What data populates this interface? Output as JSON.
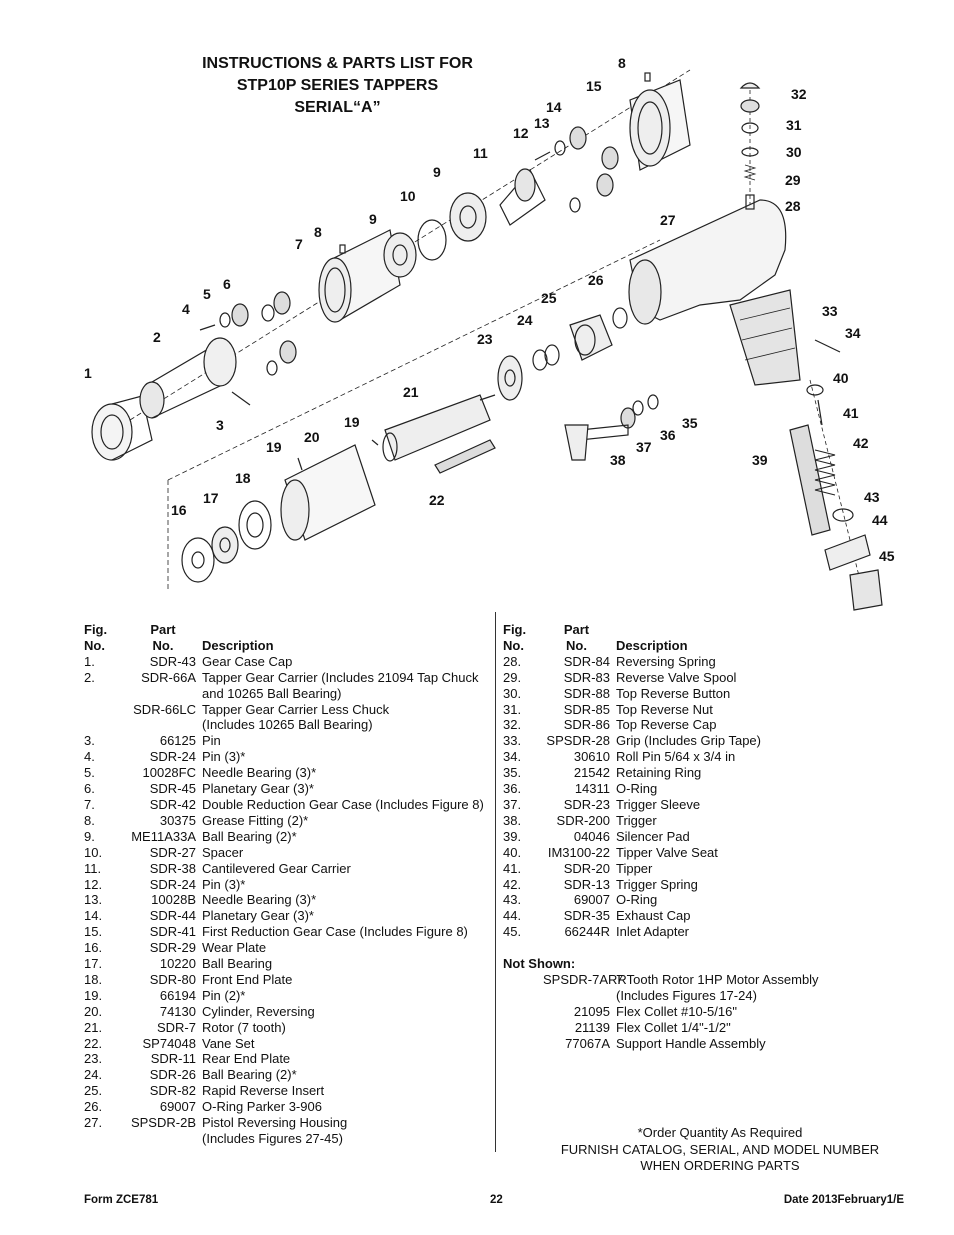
{
  "title_lines": [
    "INSTRUCTIONS & PARTS LIST FOR",
    "STP10P SERIES TAPPERS",
    "SERIAL“A”"
  ],
  "callouts": [
    "1",
    "2",
    "3",
    "4",
    "5",
    "6",
    "7",
    "8",
    "8",
    "9",
    "9",
    "10",
    "11",
    "12",
    "13",
    "14",
    "15",
    "16",
    "17",
    "18",
    "19",
    "19",
    "20",
    "21",
    "22",
    "23",
    "24",
    "25",
    "26",
    "27",
    "28",
    "29",
    "30",
    "31",
    "32",
    "33",
    "34",
    "35",
    "36",
    "37",
    "38",
    "39",
    "40",
    "41",
    "42",
    "43",
    "44",
    "45"
  ],
  "columns": {
    "fig_label_1": "Fig.",
    "fig_label_2": "No.",
    "part_label_1": "Part",
    "part_label_2": "No.",
    "desc_label": "Description"
  },
  "left_rows": [
    {
      "fig": "1.",
      "part": "SDR-43",
      "desc": "Gear Case Cap"
    },
    {
      "fig": "2.",
      "part": "SDR-66A",
      "desc": "Tapper Gear Carrier (Includes 21094 Tap Chuck"
    },
    {
      "fig": "",
      "part": "",
      "desc": "and 10265 Ball Bearing)"
    },
    {
      "fig": "",
      "part": "SDR-66LC",
      "desc": "Tapper Gear Carrier Less Chuck"
    },
    {
      "fig": "",
      "part": "",
      "desc": "(Includes 10265 Ball Bearing)"
    },
    {
      "fig": "3.",
      "part": "66125",
      "desc": "Pin"
    },
    {
      "fig": "4.",
      "part": "SDR-24",
      "desc": "Pin (3)*"
    },
    {
      "fig": "5.",
      "part": "10028FC",
      "desc": "Needle Bearing (3)*"
    },
    {
      "fig": "6.",
      "part": "SDR-45",
      "desc": "Planetary Gear (3)*"
    },
    {
      "fig": "7.",
      "part": "SDR-42",
      "desc": "Double Reduction Gear Case (Includes Figure 8)"
    },
    {
      "fig": "8.",
      "part": "30375",
      "desc": "Grease Fitting (2)*"
    },
    {
      "fig": "9.",
      "part": "ME11A33A",
      "desc": "Ball Bearing (2)*"
    },
    {
      "fig": "10.",
      "part": "SDR-27",
      "desc": "Spacer"
    },
    {
      "fig": "11.",
      "part": "SDR-38",
      "desc": "Cantilevered Gear Carrier"
    },
    {
      "fig": "12.",
      "part": "SDR-24",
      "desc": "Pin (3)*"
    },
    {
      "fig": "13.",
      "part": "10028B",
      "desc": "Needle Bearing (3)*"
    },
    {
      "fig": "14.",
      "part": "SDR-44",
      "desc": "Planetary Gear (3)*"
    },
    {
      "fig": "15.",
      "part": "SDR-41",
      "desc": "First Reduction Gear Case (Includes Figure 8)"
    },
    {
      "fig": "16.",
      "part": "SDR-29",
      "desc": "Wear Plate"
    },
    {
      "fig": "17.",
      "part": "10220",
      "desc": "Ball Bearing"
    },
    {
      "fig": "18.",
      "part": "SDR-80",
      "desc": "Front End Plate"
    },
    {
      "fig": "19.",
      "part": "66194",
      "desc": "Pin (2)*"
    },
    {
      "fig": "20.",
      "part": "74130",
      "desc": "Cylinder, Reversing"
    },
    {
      "fig": "21.",
      "part": "SDR-7",
      "desc": "Rotor (7 tooth)"
    },
    {
      "fig": "22.",
      "part": "SP74048",
      "desc": "Vane Set"
    },
    {
      "fig": "23.",
      "part": "SDR-11",
      "desc": "Rear End Plate"
    },
    {
      "fig": "24.",
      "part": "SDR-26",
      "desc": "Ball Bearing (2)*"
    },
    {
      "fig": "25.",
      "part": "SDR-82",
      "desc": "Rapid Reverse Insert"
    },
    {
      "fig": "26.",
      "part": "69007",
      "desc": "O-Ring Parker 3-906"
    },
    {
      "fig": "27.",
      "part": "SPSDR-2B",
      "desc": "Pistol Reversing Housing"
    },
    {
      "fig": "",
      "part": "",
      "desc": "(Includes Figures 27-45)"
    }
  ],
  "right_rows": [
    {
      "fig": "28.",
      "part": "SDR-84",
      "desc": "Reversing Spring"
    },
    {
      "fig": "29.",
      "part": "SDR-83",
      "desc": "Reverse Valve Spool"
    },
    {
      "fig": "30.",
      "part": "SDR-88",
      "desc": "Top Reverse Button"
    },
    {
      "fig": "31.",
      "part": "SDR-85",
      "desc": "Top Reverse Nut"
    },
    {
      "fig": "32.",
      "part": "SDR-86",
      "desc": "Top Reverse Cap"
    },
    {
      "fig": "33.",
      "part": "SPSDR-28",
      "desc": "Grip (Includes Grip Tape)"
    },
    {
      "fig": "34.",
      "part": "30610",
      "desc": "Roll Pin 5/64 x 3/4 in"
    },
    {
      "fig": "35.",
      "part": "21542",
      "desc": "Retaining Ring"
    },
    {
      "fig": "36.",
      "part": "14311",
      "desc": "O-Ring"
    },
    {
      "fig": "37.",
      "part": "SDR-23",
      "desc": "Trigger Sleeve"
    },
    {
      "fig": "38.",
      "part": "SDR-200",
      "desc": "Trigger"
    },
    {
      "fig": "39.",
      "part": "04046",
      "desc": "Silencer Pad"
    },
    {
      "fig": "40.",
      "part": "IM3100-22",
      "desc": "Tipper Valve Seat"
    },
    {
      "fig": "41.",
      "part": "SDR-20",
      "desc": "Tipper"
    },
    {
      "fig": "42.",
      "part": "SDR-13",
      "desc": "Trigger Spring"
    },
    {
      "fig": "43.",
      "part": "69007",
      "desc": "O-Ring"
    },
    {
      "fig": "44.",
      "part": "SDR-35",
      "desc": "Exhaust Cap"
    },
    {
      "fig": "45.",
      "part": "66244R",
      "desc": "Inlet Adapter"
    }
  ],
  "not_shown_title": "Not Shown:",
  "not_shown_rows": [
    {
      "part": "SPSDR-7ARR",
      "desc": "7 Tooth Rotor 1HP Motor Assembly"
    },
    {
      "part": "",
      "desc": "(Includes Figures 17-24)"
    },
    {
      "part": "21095",
      "desc": "Flex Collet #10-5/16\""
    },
    {
      "part": "21139",
      "desc": "Flex Collet 1/4\"-1/2\""
    },
    {
      "part": "77067A",
      "desc": "Support Handle Assembly"
    }
  ],
  "notes": [
    "*Order Quantity As Required",
    "FURNISH CATALOG, SERIAL, AND MODEL NUMBER",
    "WHEN ORDERING PARTS"
  ],
  "footer": {
    "form": "Form ZCE781",
    "page": "22",
    "date": "Date 2013February1/E"
  }
}
